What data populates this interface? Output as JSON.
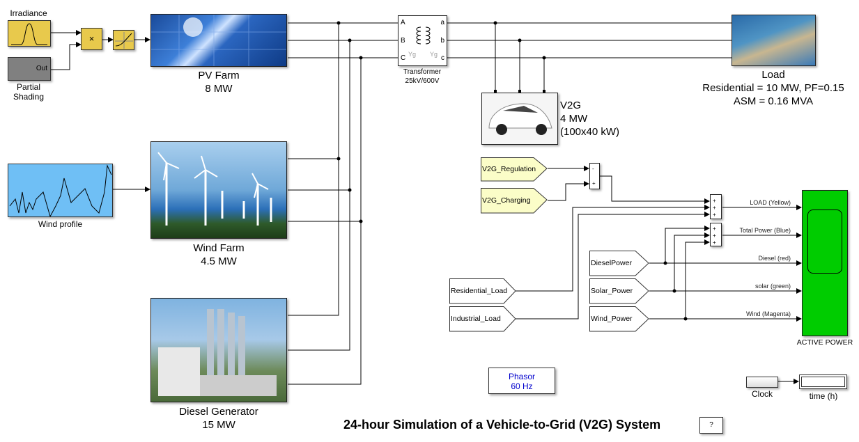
{
  "title": "24-hour Simulation of a Vehicle-to-Grid (V2G) System",
  "help_button": "?",
  "blocks": {
    "irradiance": {
      "label": "Irradiance"
    },
    "partial_shading": {
      "label": "Partial Shading",
      "line1": "Partial",
      "line2": "Shading",
      "port": "Out"
    },
    "product": {
      "symbol": "×"
    },
    "pv_farm": {
      "line1": "PV Farm",
      "line2": "8 MW"
    },
    "wind_profile": {
      "label": "Wind profile"
    },
    "wind_farm": {
      "line1": "Wind Farm",
      "line2": "4.5 MW"
    },
    "diesel": {
      "line1": "Diesel Generator",
      "line2": "15 MW"
    },
    "transformer": {
      "line1": "Transformer",
      "line2": "25kV/600V",
      "ports_left": [
        "A",
        "B",
        "C"
      ],
      "ports_right": [
        "a",
        "b",
        "c"
      ],
      "winding": "Yg"
    },
    "load": {
      "line1": "Load",
      "line2": "Residential = 10 MW, PF=0.15",
      "line3": "ASM = 0.16 MVA"
    },
    "v2g": {
      "line1": "V2G",
      "line2": "4 MW",
      "line3": "(100x40 kW)"
    },
    "phasor": {
      "line1": "Phasor",
      "line2": "60 Hz"
    },
    "clock": {
      "label": "Clock"
    },
    "time_display": {
      "label": "time (h)"
    },
    "scope": {
      "label": "ACTIVE POWER",
      "color": "#00cc00"
    }
  },
  "tags": {
    "v2g_regulation": "V2G_Regulation",
    "v2g_charging": "V2G_Charging",
    "residential_load": "Residential_Load",
    "industrial_load": "Industrial_Load",
    "diesel_power": "DieselPower",
    "solar_power": "Solar_Power",
    "wind_power": "Wind_Power"
  },
  "sum_signs": {
    "sum1": [
      "-",
      "+"
    ],
    "sum2": [
      "+",
      "+",
      "+"
    ],
    "sum3": [
      "+",
      "+",
      "+"
    ]
  },
  "signals": {
    "load": "LOAD (Yellow)",
    "total": "Total Power (Blue)",
    "diesel": "Diesel (red)",
    "solar": "solar (green)",
    "wind": "Wind (Magenta)"
  }
}
